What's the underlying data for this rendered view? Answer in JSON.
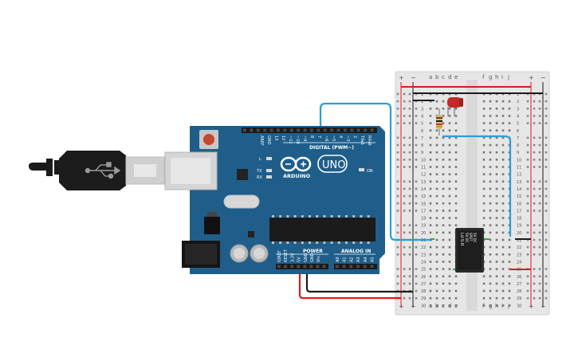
{
  "board": {
    "brand": "ARDUINO",
    "model": "UNO",
    "digital_header_label": "DIGITAL (PWM~)",
    "power_header_label": "POWER",
    "analog_header_label": "ANALOG IN",
    "led_on_label": "ON",
    "led_l_label": "L",
    "led_tx_label": "TX",
    "led_rx_label": "RX",
    "digital_pins": [
      "AREF",
      "GND",
      "13",
      "12",
      "~11",
      "~10",
      "~9",
      "8",
      "7",
      "~6",
      "~5",
      "4",
      "~3",
      "2",
      "TX▸1",
      "RX◂0"
    ],
    "power_pins": [
      "IOREF",
      "RESET",
      "3.3V",
      "5V",
      "GND",
      "GND",
      "Vin"
    ],
    "analog_pins": [
      "A0",
      "A1",
      "A2",
      "A3",
      "A4",
      "A5"
    ]
  },
  "breadboard": {
    "columns_left": [
      "a",
      "b",
      "c",
      "d",
      "e"
    ],
    "columns_right": [
      "f",
      "g",
      "h",
      "i",
      "j"
    ],
    "row_numbers": [
      "1",
      "2",
      "3",
      "4",
      "5",
      "6",
      "7",
      "8",
      "9",
      "10",
      "11",
      "12",
      "13",
      "14",
      "15",
      "16",
      "17",
      "18",
      "19",
      "20",
      "21",
      "22",
      "23",
      "24",
      "25",
      "26",
      "27",
      "28",
      "29",
      "30"
    ],
    "rail_plus": "+",
    "rail_minus": "−"
  },
  "relay": {
    "lines": [
      "LU-5-R",
      "5V DC",
      "SPDT",
      "5V DC"
    ]
  },
  "colors": {
    "board_blue": "#1f5e8a",
    "wire_teal": "#2a9fd6",
    "wire_red": "#e11919",
    "wire_black": "#1a1a1a",
    "led_red": "#c62828",
    "breadboard_bg": "#e9e9e9"
  },
  "icons": {
    "usb_cable": "usb-b-plug-icon",
    "arduino_logo": "infinity-logo-icon"
  }
}
